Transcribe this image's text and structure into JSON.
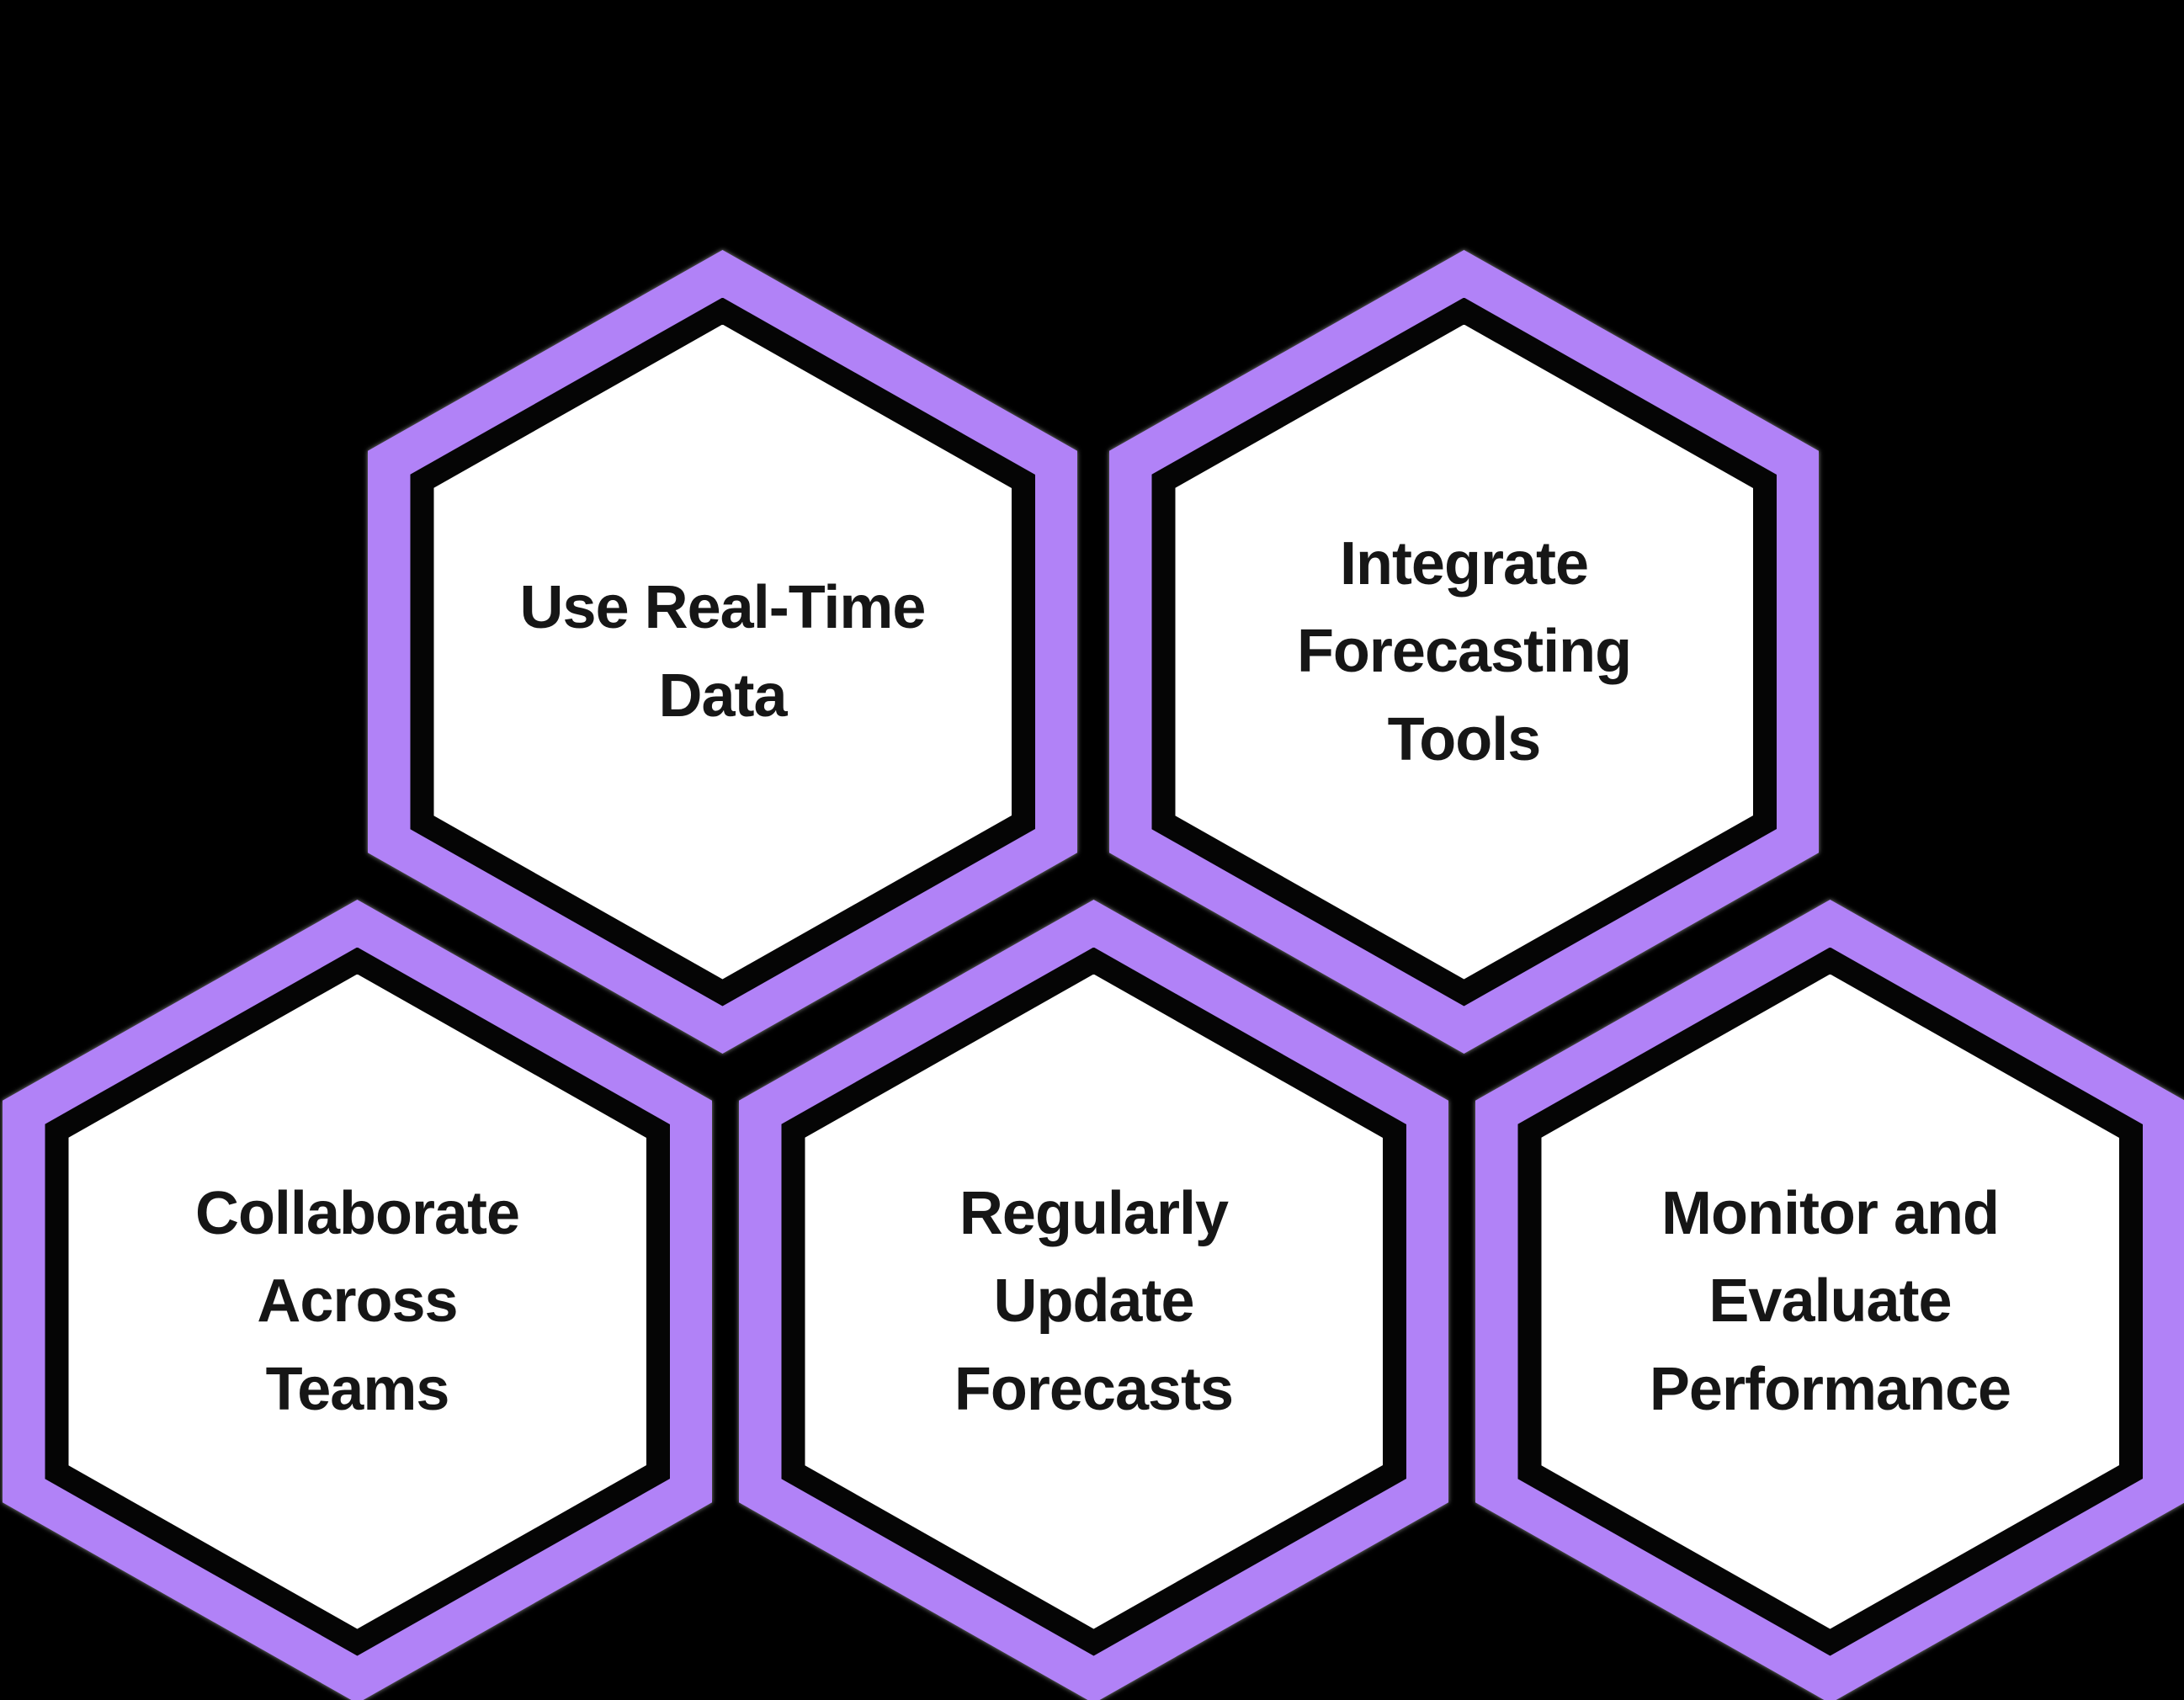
{
  "diagram": {
    "type": "honeycomb",
    "items": [
      {
        "id": "use-real-time-data",
        "label": "Use Real-Time\nData"
      },
      {
        "id": "integrate-forecasting-tools",
        "label": "Integrate\nForecasting\nTools"
      },
      {
        "id": "collaborate-across-teams",
        "label": "Collaborate\nAcross\nTeams"
      },
      {
        "id": "regularly-update-forecasts",
        "label": "Regularly\nUpdate\nForecasts"
      },
      {
        "id": "monitor-and-evaluate-performance",
        "label": "Monitor and\nEvaluate\nPerformance"
      }
    ]
  },
  "colors": {
    "background": "#000000",
    "hex_border": "#B182F7",
    "hex_gap": "#050505",
    "hex_fill": "#FFFFFF",
    "text": "#161616",
    "halo": "#8A8A8A"
  }
}
